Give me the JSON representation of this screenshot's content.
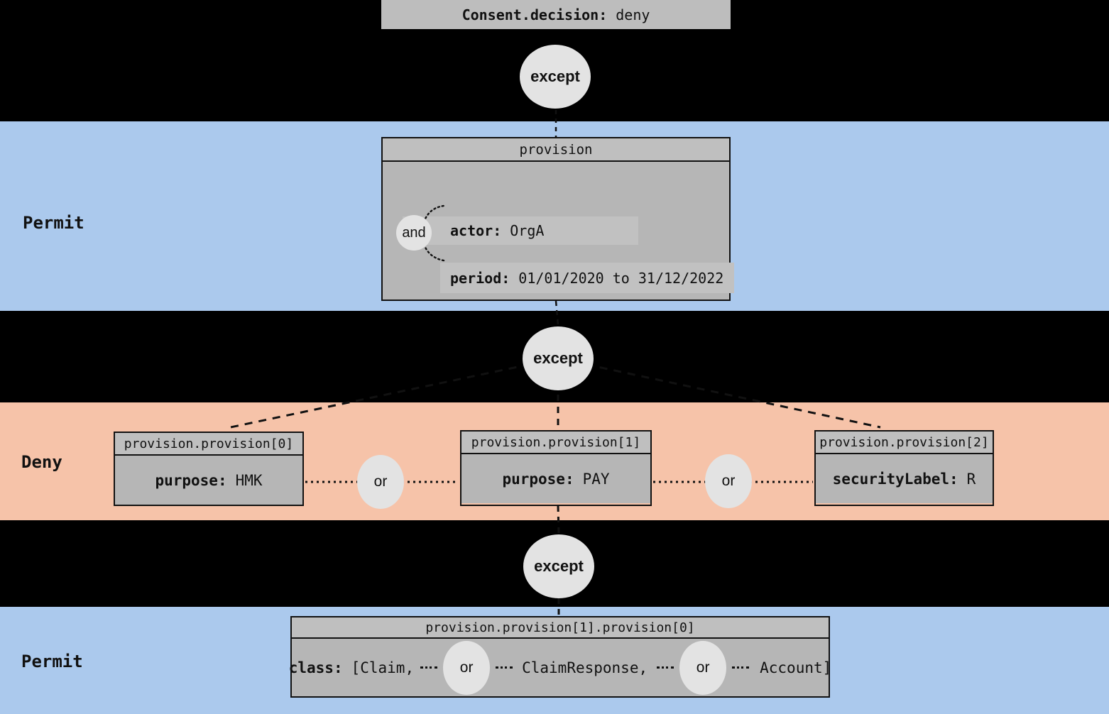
{
  "colors": {
    "background": "#000000",
    "permit_band": "#abc9ed",
    "deny_band": "#f6c3a9",
    "box_header": "#bfbfbf",
    "box_body": "#b6b6b6",
    "row_highlight": "#c1c1c1",
    "operator_circle": "#e3e3e3",
    "root_box": "#bdbdbd",
    "line": "#111111"
  },
  "root_node": {
    "key": "Consent.decision:",
    "value": "deny"
  },
  "operators": {
    "except": "except",
    "and": "and",
    "or": "or"
  },
  "bands": {
    "permit_top": {
      "label": "Permit"
    },
    "deny": {
      "label": "Deny"
    },
    "permit_bottom": {
      "label": "Permit"
    }
  },
  "provision_box": {
    "title": "provision",
    "actor": {
      "key": "actor:",
      "value": "OrgA"
    },
    "period": {
      "key": "period:",
      "value": "01/01/2020 to 31/12/2022"
    }
  },
  "deny_boxes": [
    {
      "title": "provision.provision[0]",
      "key": "purpose:",
      "value": "HMK"
    },
    {
      "title": "provision.provision[1]",
      "key": "purpose:",
      "value": "PAY"
    },
    {
      "title": "provision.provision[2]",
      "key": "securityLabel:",
      "value": "R"
    }
  ],
  "class_box": {
    "title": "provision.provision[1].provision[0]",
    "key": "class:",
    "item1": "[Claim,",
    "item2": "ClaimResponse,",
    "item3": "Account]"
  }
}
